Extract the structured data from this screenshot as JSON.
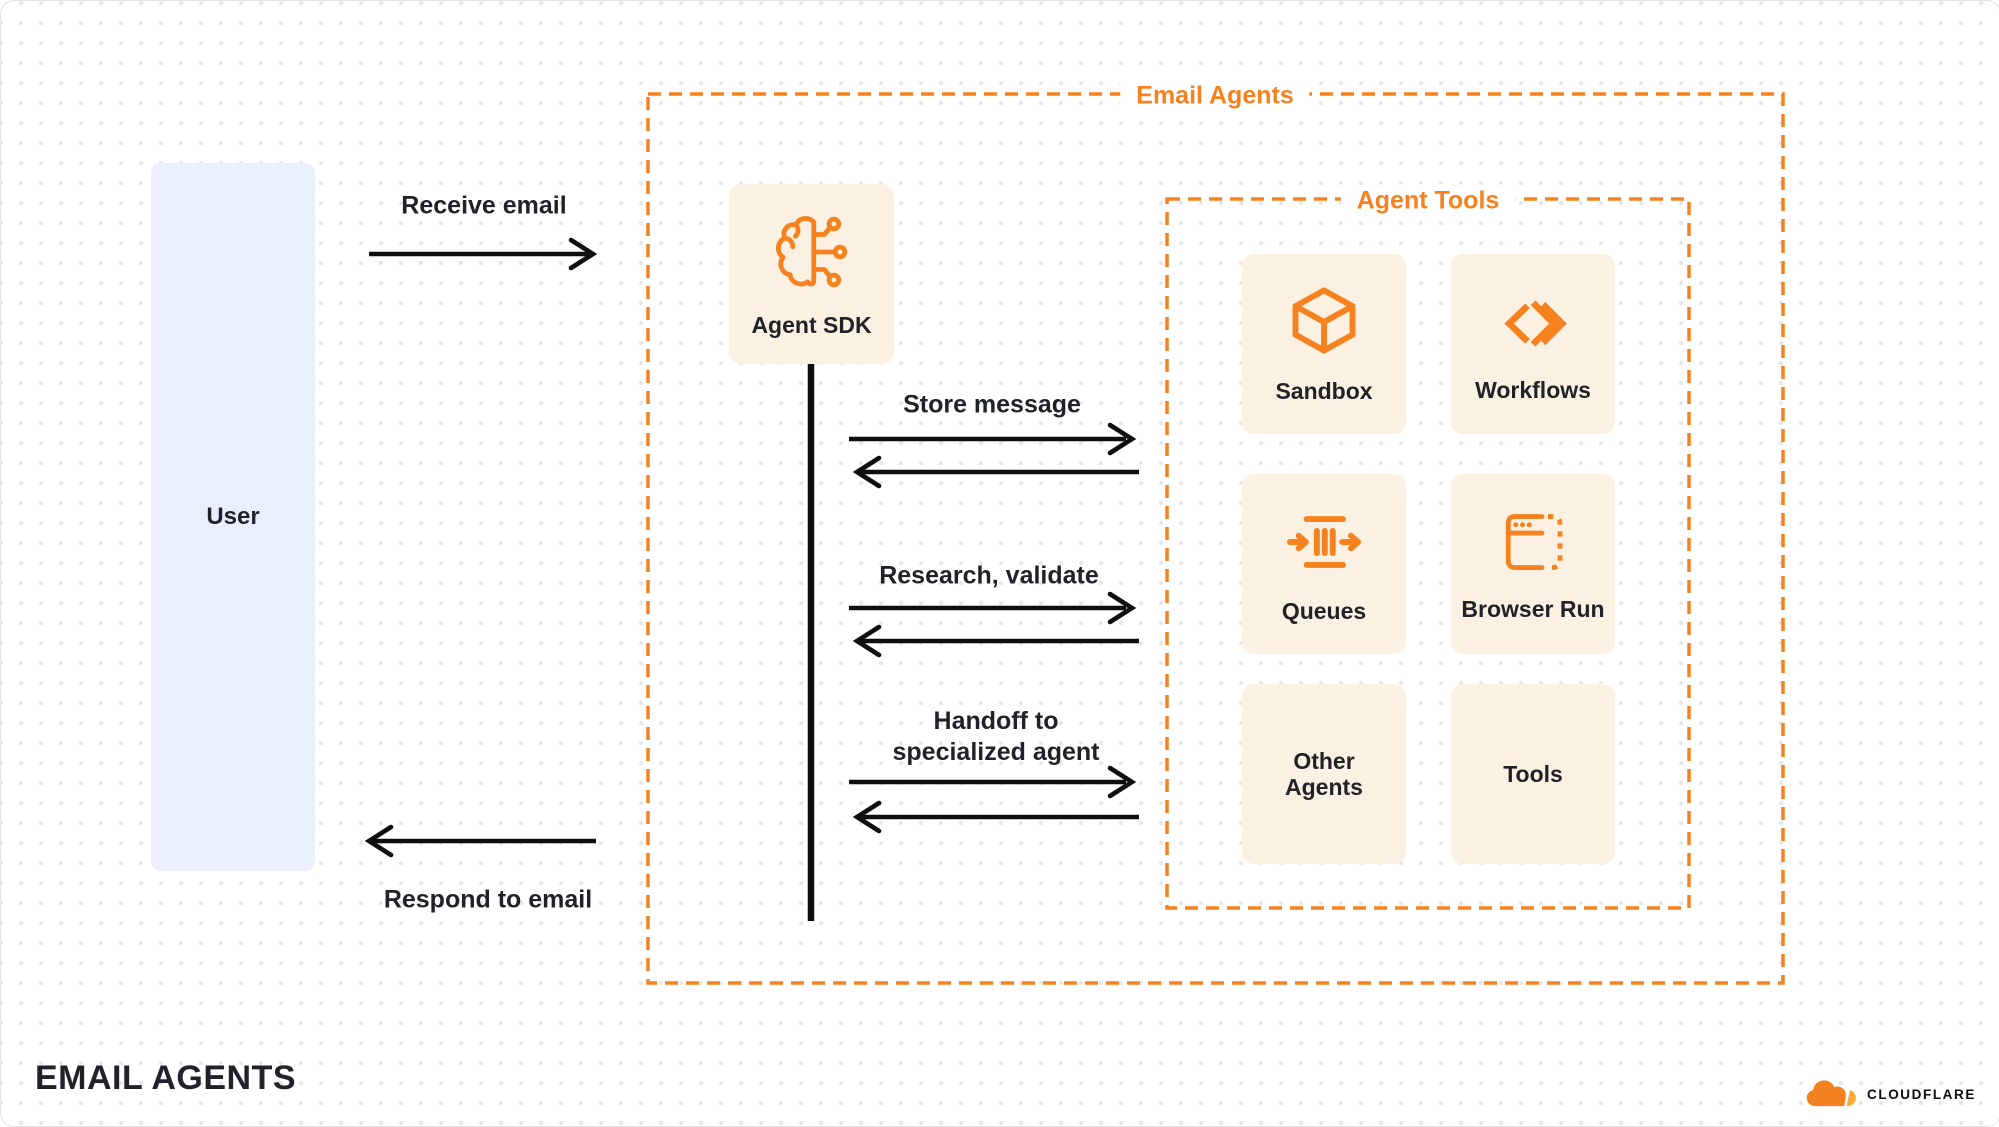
{
  "colors": {
    "accent_orange": "#F6821F",
    "tile_cream": "#FBF1E3",
    "user_blue": "#E9EFFC",
    "text_dark": "#1F2227",
    "arrow_black": "#0E0F10",
    "dot_color": "#E7E7E7",
    "brand_cloud_main": "#F48120",
    "brand_cloud_light": "#FAAD3F"
  },
  "user": {
    "label": "User"
  },
  "flow_labels": {
    "receive_email": "Receive email",
    "respond_to_email": "Respond to email",
    "store_message": "Store message",
    "research_validate": "Research, validate",
    "handoff": "Handoff to\nspecialized agent"
  },
  "email_agents_group": {
    "label": "Email Agents",
    "agent_sdk": {
      "label": "Agent SDK",
      "icon": "brain-circuit-icon"
    }
  },
  "agent_tools_group": {
    "label": "Agent Tools",
    "tiles": [
      {
        "label": "Sandbox",
        "icon": "cube-icon"
      },
      {
        "label": "Workflows",
        "icon": "workflows-chevrons-icon"
      },
      {
        "label": "Queues",
        "icon": "queues-flow-icon"
      },
      {
        "label": "Browser Run",
        "icon": "browser-window-icon"
      },
      {
        "label": "Other Agents"
      },
      {
        "label": "Tools"
      }
    ]
  },
  "footer": {
    "title": "EMAIL AGENTS",
    "brand": "CLOUDFLARE"
  }
}
